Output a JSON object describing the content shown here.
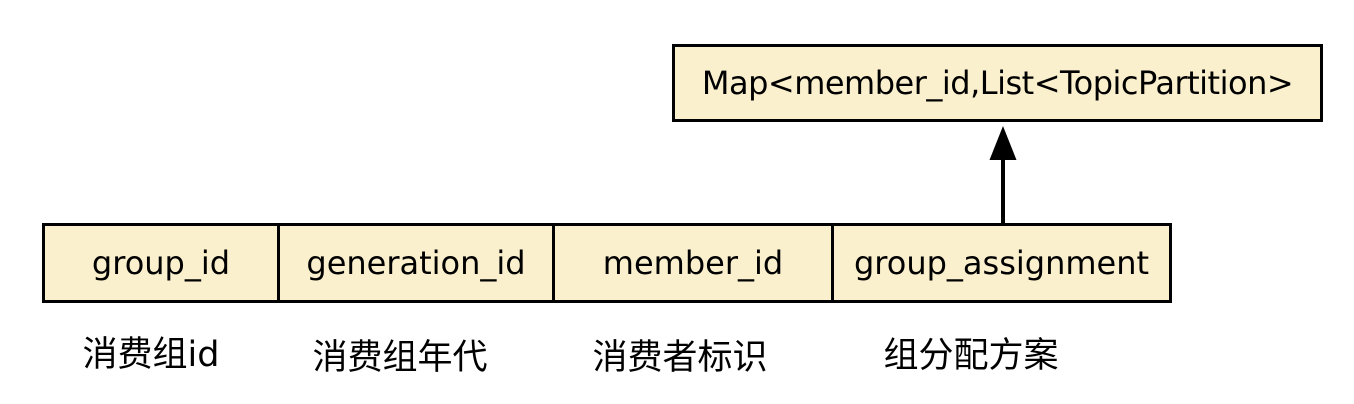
{
  "colors": {
    "box_fill": "#faf0cd",
    "box_border": "#000000",
    "text": "#000000",
    "background": "#ffffff"
  },
  "map_box": {
    "label": "Map<member_id,List<TopicPartition>"
  },
  "arrow": {
    "direction": "up",
    "from": "group_assignment",
    "to": "map_box"
  },
  "fields": [
    {
      "name": "group_id",
      "label_cn": "消费组id"
    },
    {
      "name": "generation_id",
      "label_cn": "消费组年代"
    },
    {
      "name": "member_id",
      "label_cn": "消费者标识"
    },
    {
      "name": "group_assignment",
      "label_cn": "组分配方案"
    }
  ]
}
